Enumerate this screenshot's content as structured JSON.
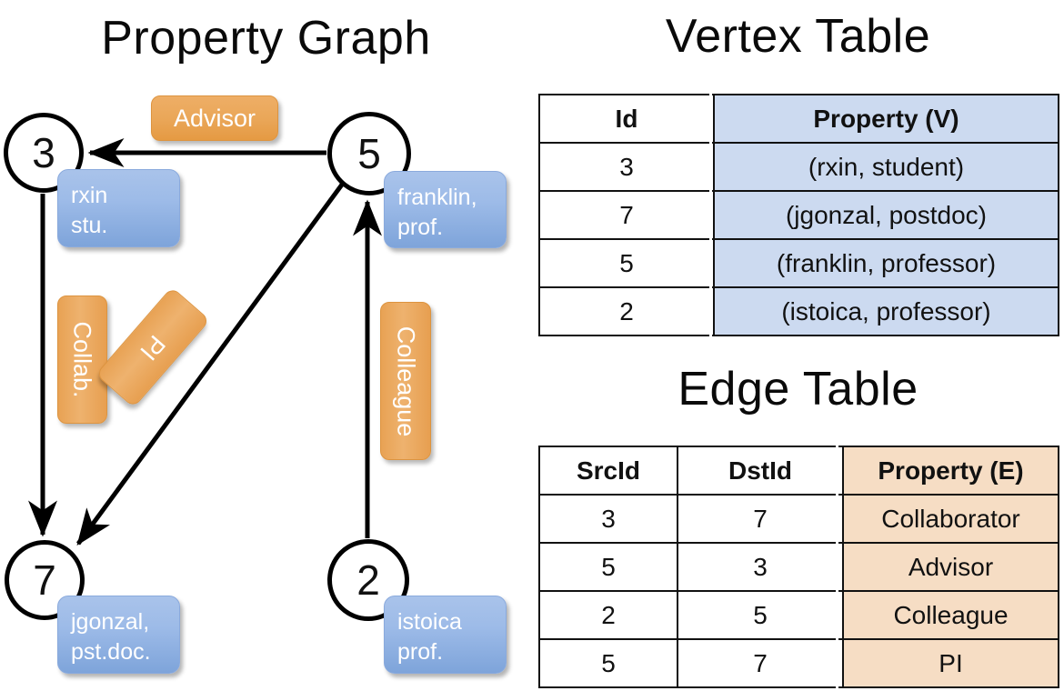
{
  "titles": {
    "property_graph": "Property Graph",
    "vertex_table": "Vertex Table",
    "edge_table": "Edge Table"
  },
  "graph": {
    "vertices": [
      {
        "id": "3",
        "name": "rxin",
        "role": "stu.",
        "label_line1": "rxin",
        "label_line2": "stu."
      },
      {
        "id": "5",
        "name": "franklin",
        "role": "prof.",
        "label_line1": "franklin,",
        "label_line2": "prof."
      },
      {
        "id": "7",
        "name": "jgonzal",
        "role": "pst.doc.",
        "label_line1": "jgonzal,",
        "label_line2": "pst.doc."
      },
      {
        "id": "2",
        "name": "istoica",
        "role": "prof.",
        "label_line1": "istoica",
        "label_line2": "prof."
      }
    ],
    "edge_labels": [
      {
        "key": "advisor",
        "text": "Advisor"
      },
      {
        "key": "collab",
        "text": "Collab."
      },
      {
        "key": "pi",
        "text": "PI"
      },
      {
        "key": "colleague",
        "text": "Colleague"
      }
    ]
  },
  "vertex_table": {
    "headers": {
      "id": "Id",
      "property": "Property (V)"
    },
    "rows": [
      {
        "id": "3",
        "property": "(rxin, student)"
      },
      {
        "id": "7",
        "property": "(jgonzal, postdoc)"
      },
      {
        "id": "5",
        "property": "(franklin, professor)"
      },
      {
        "id": "2",
        "property": "(istoica, professor)"
      }
    ]
  },
  "edge_table": {
    "headers": {
      "src": "SrcId",
      "dst": "DstId",
      "property": "Property (E)"
    },
    "rows": [
      {
        "src": "3",
        "dst": "7",
        "property": "Collaborator"
      },
      {
        "src": "5",
        "dst": "3",
        "property": "Advisor"
      },
      {
        "src": "2",
        "dst": "5",
        "property": "Colleague"
      },
      {
        "src": "5",
        "dst": "7",
        "property": "PI"
      }
    ]
  },
  "colors": {
    "vertex_box_blue": "#9dbbe8",
    "edge_box_orange": "#eaa759",
    "vertex_table_property_fill": "#ccdaf0",
    "edge_table_property_fill": "#f6ddc4",
    "stroke": "#000000",
    "background": "#ffffff"
  }
}
